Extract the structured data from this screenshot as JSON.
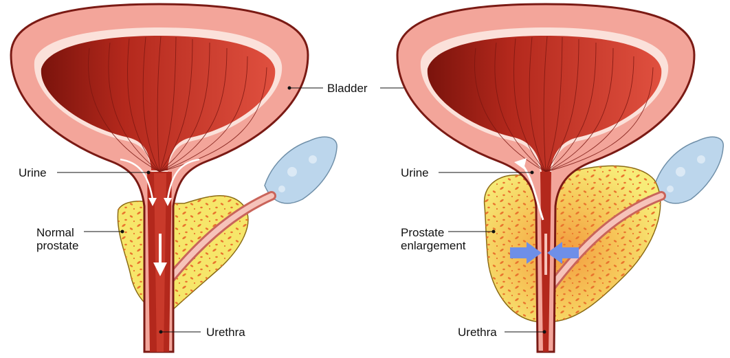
{
  "colors": {
    "bladder_wall": "#f3a59a",
    "bladder_outline": "#7a1a14",
    "bladder_lining": "#fbe1da",
    "muscle_light": "#d9493a",
    "muscle_dark": "#8a1a12",
    "prostate_fill": "#f6e66a",
    "prostate_enlarged_core": "#f3a24a",
    "prostate_dots": "#e9742e",
    "seminal_vesicle": "#bcd6ec",
    "arrow_blue": "#6e8fe8",
    "urine_arrow": "#ffffff"
  },
  "left_diagram": {
    "labels": {
      "bladder": "Bladder",
      "urine": "Urine",
      "prostate_line1": "Normal",
      "prostate_line2": "prostate",
      "urethra": "Urethra"
    }
  },
  "right_diagram": {
    "labels": {
      "urine": "Urine",
      "prostate_line1": "Prostate",
      "prostate_line2": "enlargement",
      "urethra": "Urethra"
    }
  },
  "icons": {
    "flow_arrows_left": "white-downward-arrows",
    "flow_arrow_right": "white-backflow-arrow",
    "compression_arrows": "blue-inward-arrows"
  }
}
